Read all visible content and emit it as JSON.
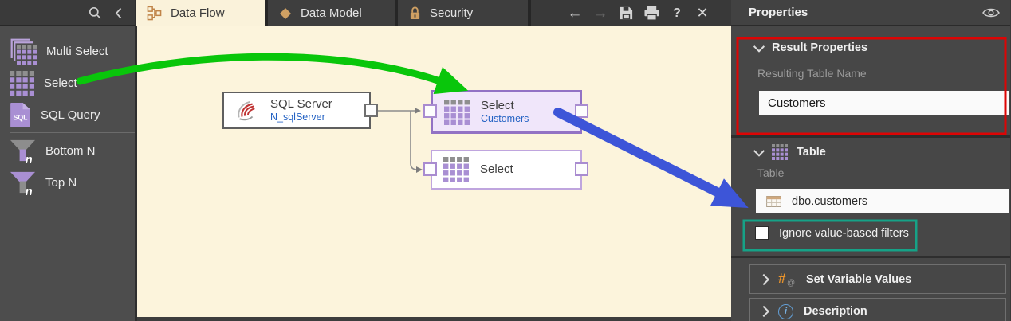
{
  "sidebar": {
    "items": [
      {
        "label": "Multi Select"
      },
      {
        "label": "Select"
      },
      {
        "label": "SQL Query"
      },
      {
        "label": "Bottom N"
      },
      {
        "label": "Top N"
      }
    ]
  },
  "tabs": {
    "data_flow": "Data Flow",
    "data_model": "Data Model",
    "security": "Security"
  },
  "toolbar": {
    "back_glyph": "←",
    "forward_glyph": "→",
    "help_glyph": "?",
    "close_glyph": "✕"
  },
  "canvas": {
    "nodes": {
      "sql_server": {
        "title": "SQL Server",
        "subtitle": "N_sqlServer"
      },
      "select_customers": {
        "title": "Select",
        "subtitle": "Customers",
        "selected": true
      },
      "select_2": {
        "title": "Select"
      }
    }
  },
  "panel": {
    "title": "Properties",
    "result_properties": {
      "header": "Result Properties",
      "field_label": "Resulting Table Name",
      "field_value": "Customers"
    },
    "table": {
      "header": "Table",
      "field_label": "Table",
      "table_value": "dbo.customers",
      "checkbox_label": "Ignore value-based filters",
      "checkbox_checked": false
    },
    "set_variable_values": {
      "header": "Set Variable Values"
    },
    "description": {
      "header": "Description"
    }
  },
  "icons": {
    "sql_query_text": "SQL",
    "n_glyph": "n",
    "hash_glyph": "#",
    "at_glyph": "@",
    "info_glyph": "i"
  },
  "colors": {
    "annotation_red": "#dd0404",
    "annotation_green": "#09c60b",
    "annotation_blue": "#3d55d8",
    "annotation_teal": "#16a287",
    "accent_purple": "#a98fd3",
    "tab_icon_tan": "#cfa063",
    "canvas_bg": "#fcf4dc"
  }
}
